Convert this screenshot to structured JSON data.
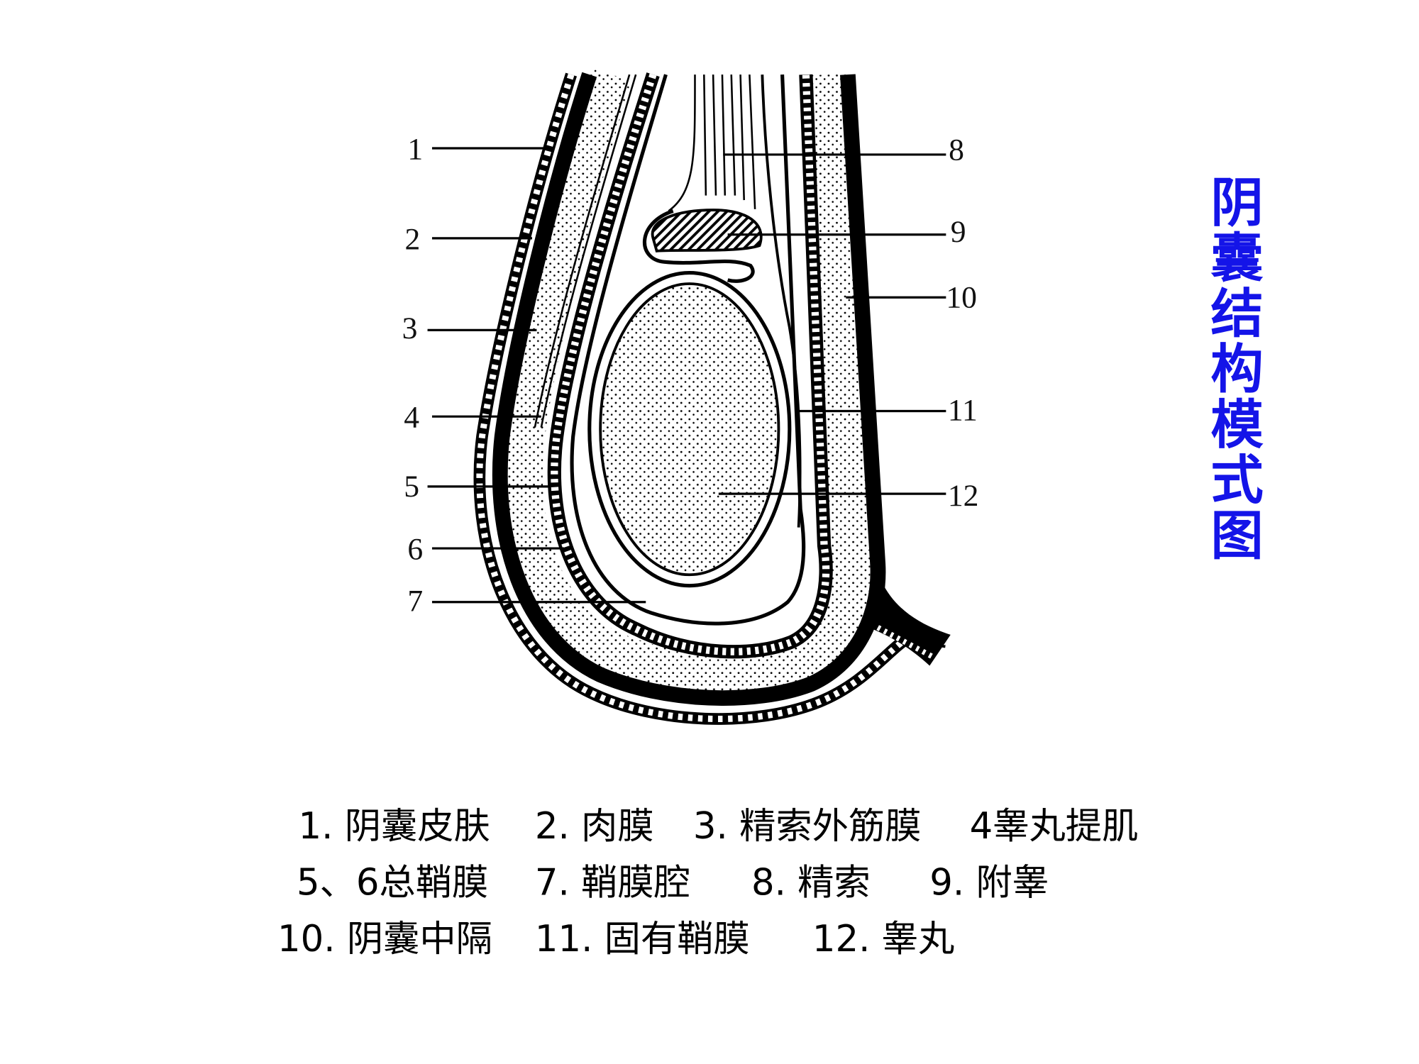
{
  "title": {
    "text": "阴囊结构模式图",
    "chars": [
      "阴",
      "囊",
      "结",
      "构",
      "模",
      "式",
      "图"
    ],
    "color": "#1414E8"
  },
  "diagram": {
    "left_labels": [
      "1",
      "2",
      "3",
      "4",
      "5",
      "6",
      "7"
    ],
    "right_labels": [
      "8",
      "9",
      "10",
      "11",
      "12"
    ]
  },
  "legend": {
    "rows": [
      [
        "1. 阴囊皮肤",
        "2. 肉膜",
        "3. 精索外筋膜",
        "4睾丸提肌"
      ],
      [
        "5、6总鞘膜",
        "7. 鞘膜腔",
        "8. 精索",
        "9. 附睾"
      ],
      [
        "10. 阴囊中隔",
        "11. 固有鞘膜",
        "12. 睾丸"
      ]
    ]
  }
}
